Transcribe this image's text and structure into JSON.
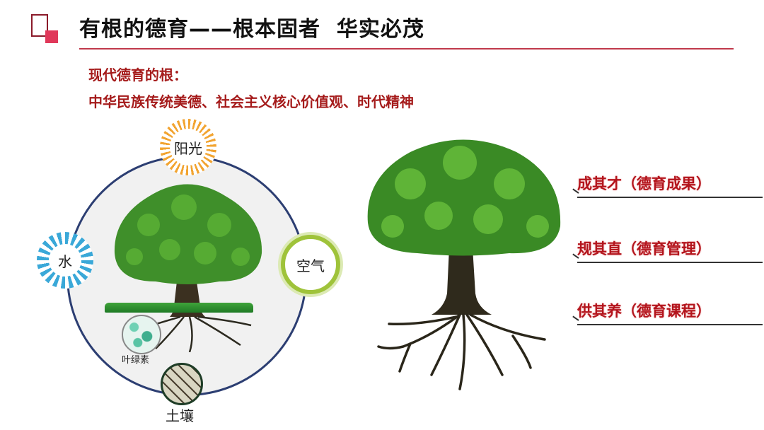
{
  "header": {
    "title": "有根的德育——根本固者  华实必茂",
    "accent_color": "#e0385a",
    "rule_color": "#c0394b"
  },
  "subtitle": {
    "line1": "现代德育的根：",
    "line2": "中华民族传统美德、社会主义核心价值观、时代精神",
    "color": "#a51b1b"
  },
  "diagram": {
    "elements": {
      "sunlight": "阳光",
      "water": "水",
      "air": "空气",
      "chlorophyll": "叶绿素",
      "soil": "土壤"
    }
  },
  "labels": [
    {
      "text": "成其才（德育成果）"
    },
    {
      "text": "规其直（德育管理）"
    },
    {
      "text": "供其养（德育课程）"
    }
  ]
}
